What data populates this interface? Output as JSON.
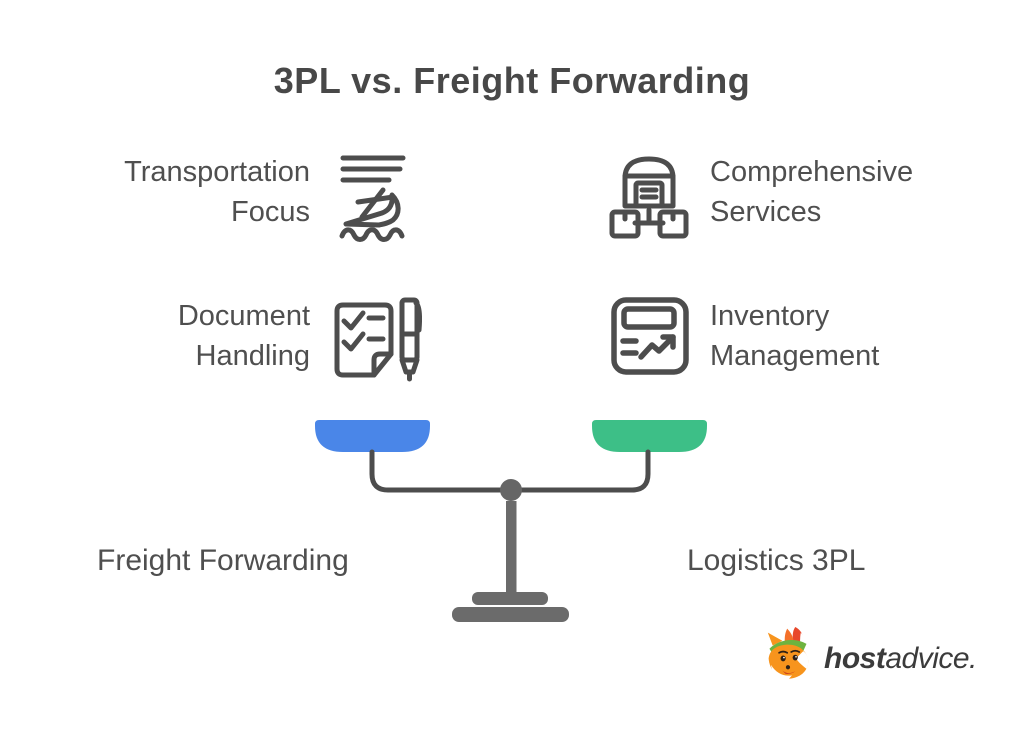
{
  "title": "3PL vs. Freight Forwarding",
  "features": {
    "transportation": {
      "line1": "Transportation",
      "line2": "Focus",
      "icon": "cargo-ship-icon"
    },
    "comprehensive": {
      "line1": "Comprehensive",
      "line2": "Services",
      "icon": "warehouse-distribution-icon"
    },
    "document": {
      "line1": "Document",
      "line2": "Handling",
      "icon": "checklist-pen-icon"
    },
    "inventory": {
      "line1": "Inventory",
      "line2": "Management",
      "icon": "inventory-chart-icon"
    }
  },
  "scale": {
    "left_label": "Freight Forwarding",
    "right_label": "Logistics 3PL",
    "left_pan_color": "#4a86e8",
    "right_pan_color": "#3dbf87"
  },
  "logo": {
    "bold": "host",
    "regular": "advice."
  },
  "colors": {
    "ink": "#4d4d4d",
    "label": "#4f4f4f",
    "stand": "#6b6b6b",
    "pivot": "#666666"
  }
}
